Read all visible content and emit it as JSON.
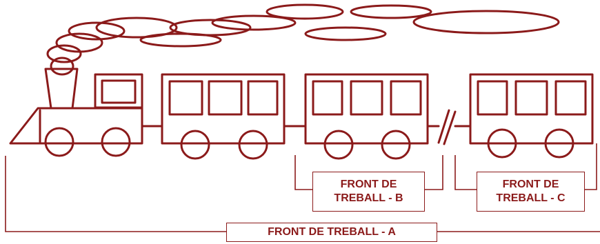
{
  "labels": {
    "front_a": "FRONT DE TREBALL - A",
    "front_b_line1": "FRONT DE",
    "front_b_line2": "TREBALL - B",
    "front_c_line1": "FRONT DE",
    "front_c_line2": "TREBALL - C"
  },
  "colors": {
    "line": "#8b1a1a",
    "background": "#ffffff"
  }
}
